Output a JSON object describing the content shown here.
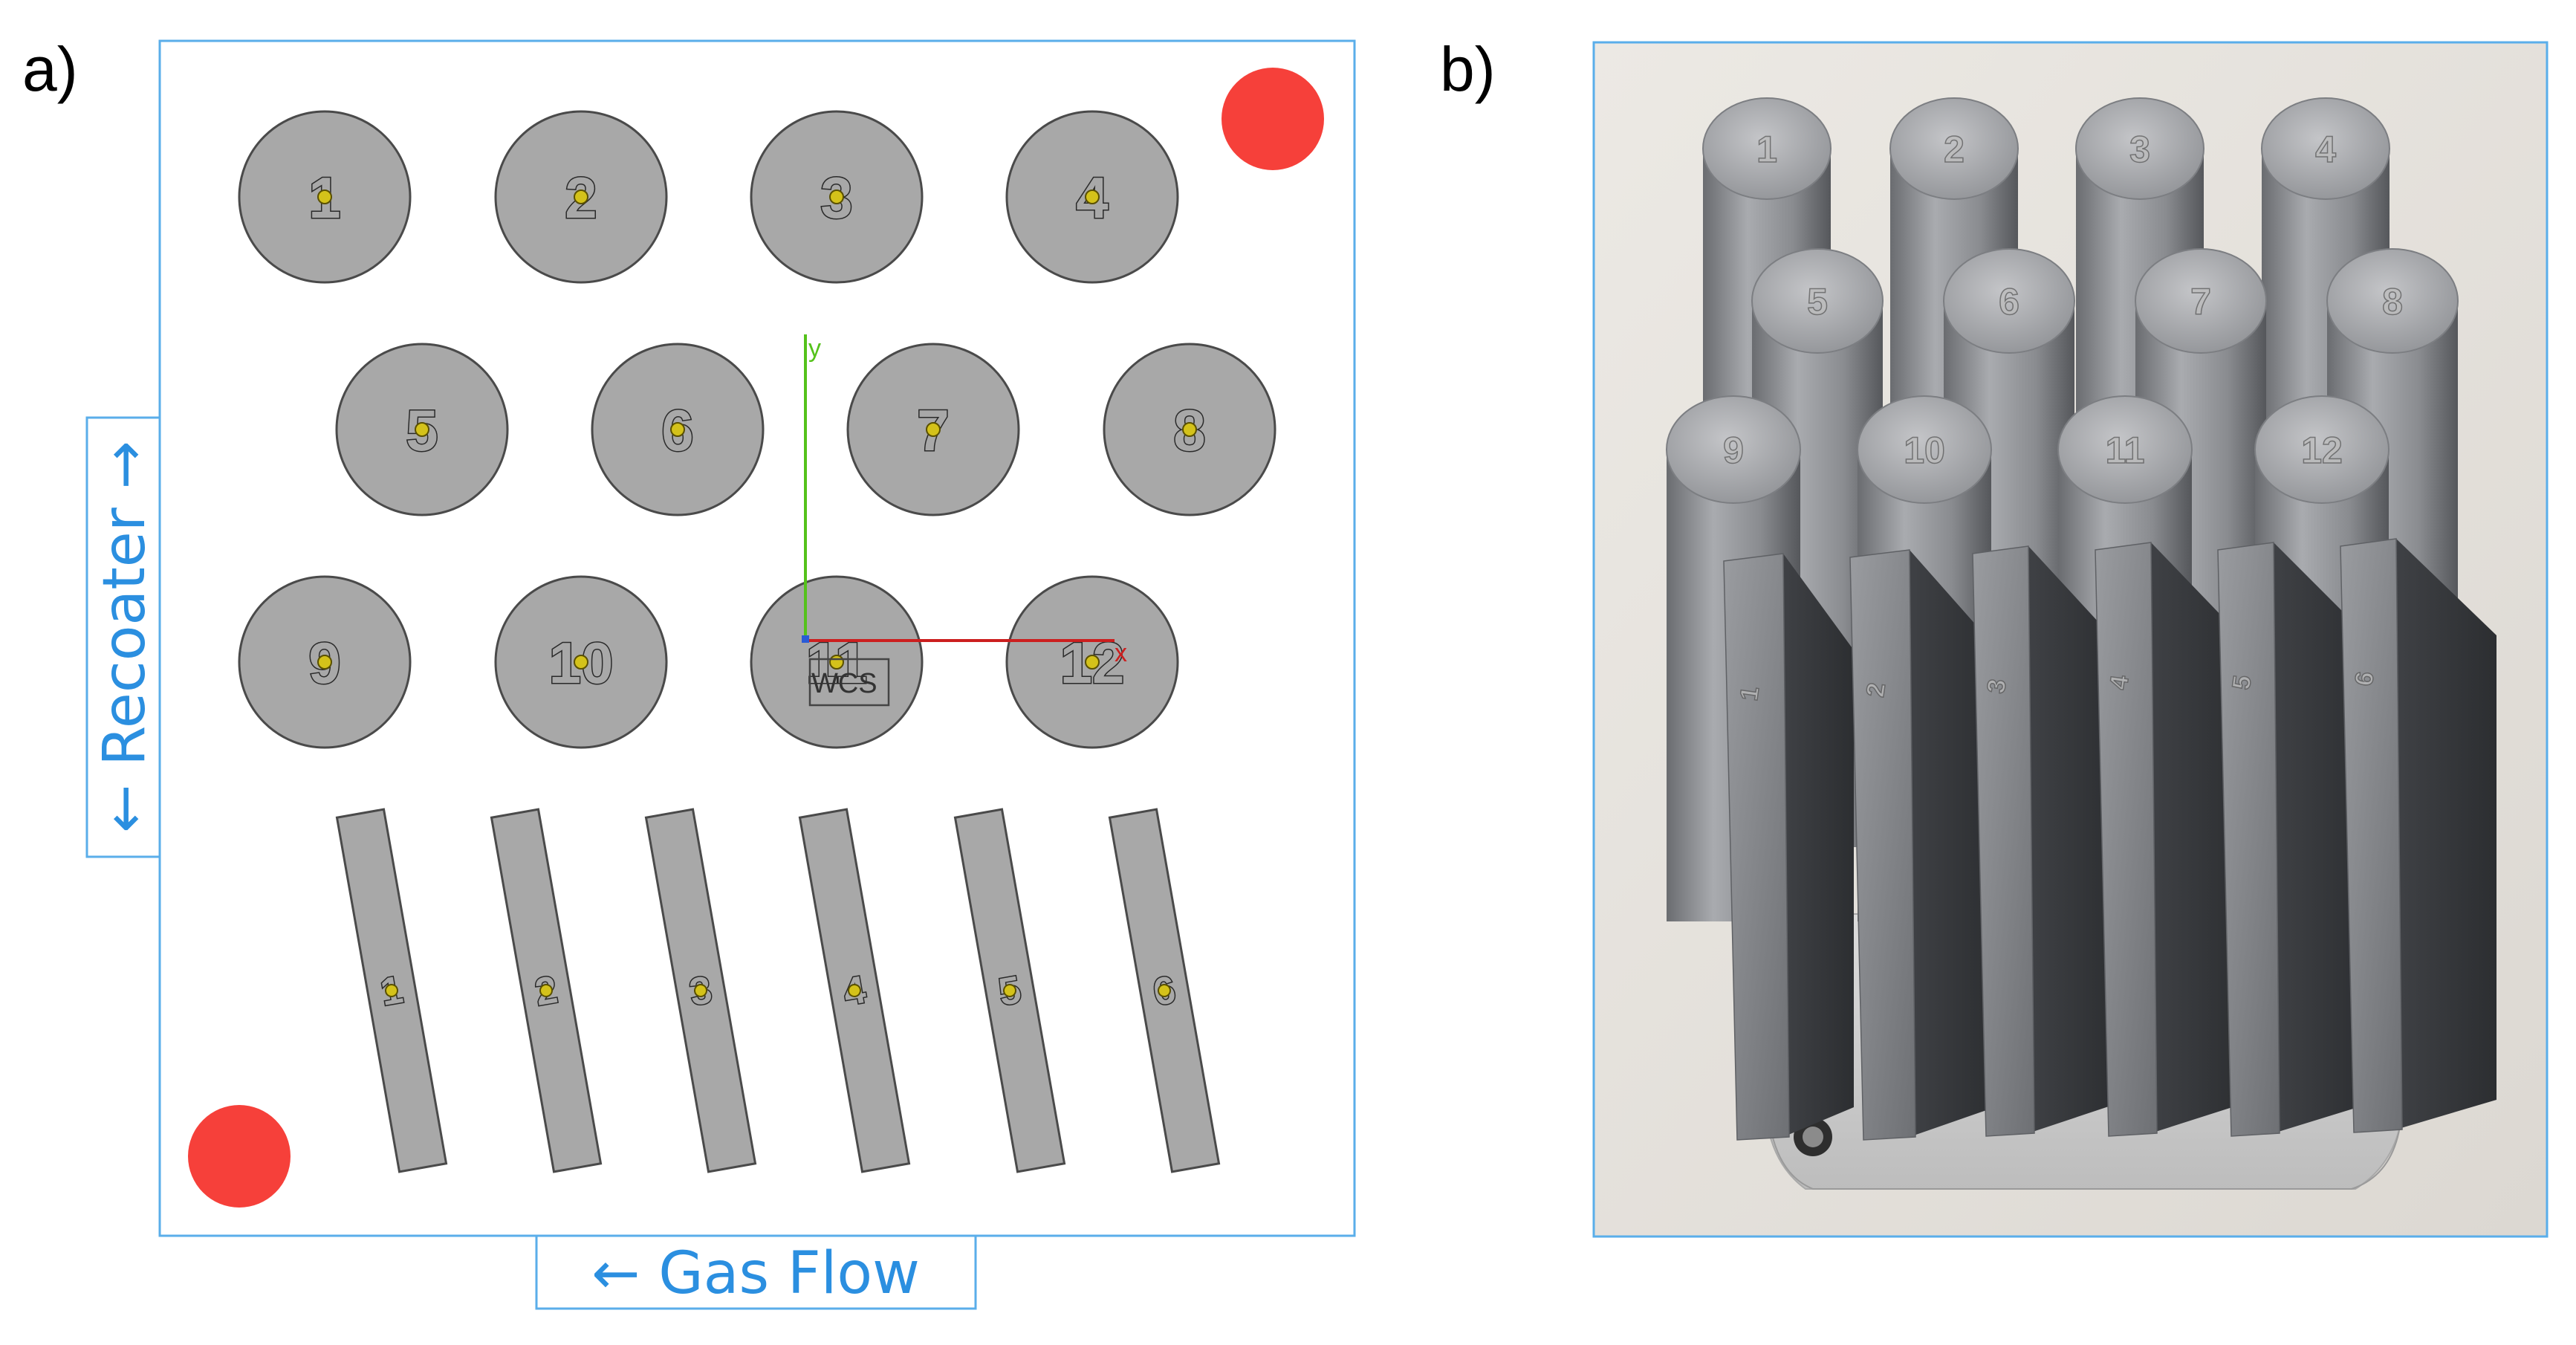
{
  "panels": {
    "a": {
      "label": "a)"
    },
    "b": {
      "label": "b)"
    }
  },
  "layout_diagram": {
    "cylinders": [
      "1",
      "2",
      "3",
      "4",
      "5",
      "6",
      "7",
      "8",
      "9",
      "10",
      "11",
      "12"
    ],
    "plates": [
      "1",
      "2",
      "3",
      "4",
      "5",
      "6"
    ],
    "axes": {
      "y_label": "y",
      "x_label": "x",
      "frame_label": "WCS"
    },
    "recoater_label": "← Recoater →",
    "gas_flow_label": "← Gas Flow",
    "colors": {
      "part_fill": "#a8a8a8",
      "outline": "#4a4a4a",
      "marker": "#d4c21a",
      "red_dot": "#f6403a",
      "label_blue": "#2b8fe0",
      "axis_x": "#cc1f1f",
      "axis_y": "#55c21b"
    }
  },
  "photo": {
    "cylinder_labels": [
      "1",
      "2",
      "3",
      "4",
      "5",
      "6",
      "7",
      "8",
      "9",
      "10",
      "11",
      "12"
    ],
    "plate_labels": [
      "1",
      "2",
      "3",
      "4",
      "5",
      "6"
    ]
  }
}
